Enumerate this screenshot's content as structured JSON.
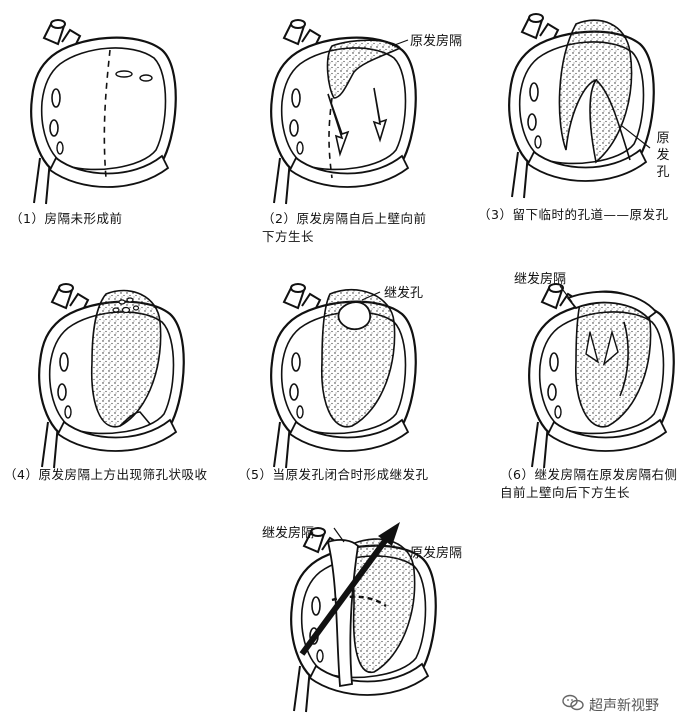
{
  "panels": [
    {
      "caption": "（1）房隔未形成前"
    },
    {
      "caption": "（2）原发房隔自后上壁向前\n下方生长",
      "label": "原发房隔"
    },
    {
      "caption": "（3）留下临时的孔道——原发孔",
      "label": "原\n发\n孔"
    },
    {
      "caption": "（4）原发房隔上方出现筛孔状吸收"
    },
    {
      "caption": "（5）当原发孔闭合时形成继发孔",
      "label": "继发孔"
    },
    {
      "caption": "（6）继发房隔在原发房隔右侧\n自前上壁向后下方生长",
      "label": "继发房隔"
    },
    {
      "label_left": "继发房隔",
      "label_right": "原发房隔"
    }
  ],
  "watermark": "超声新视野",
  "icon": "wechat-icon"
}
